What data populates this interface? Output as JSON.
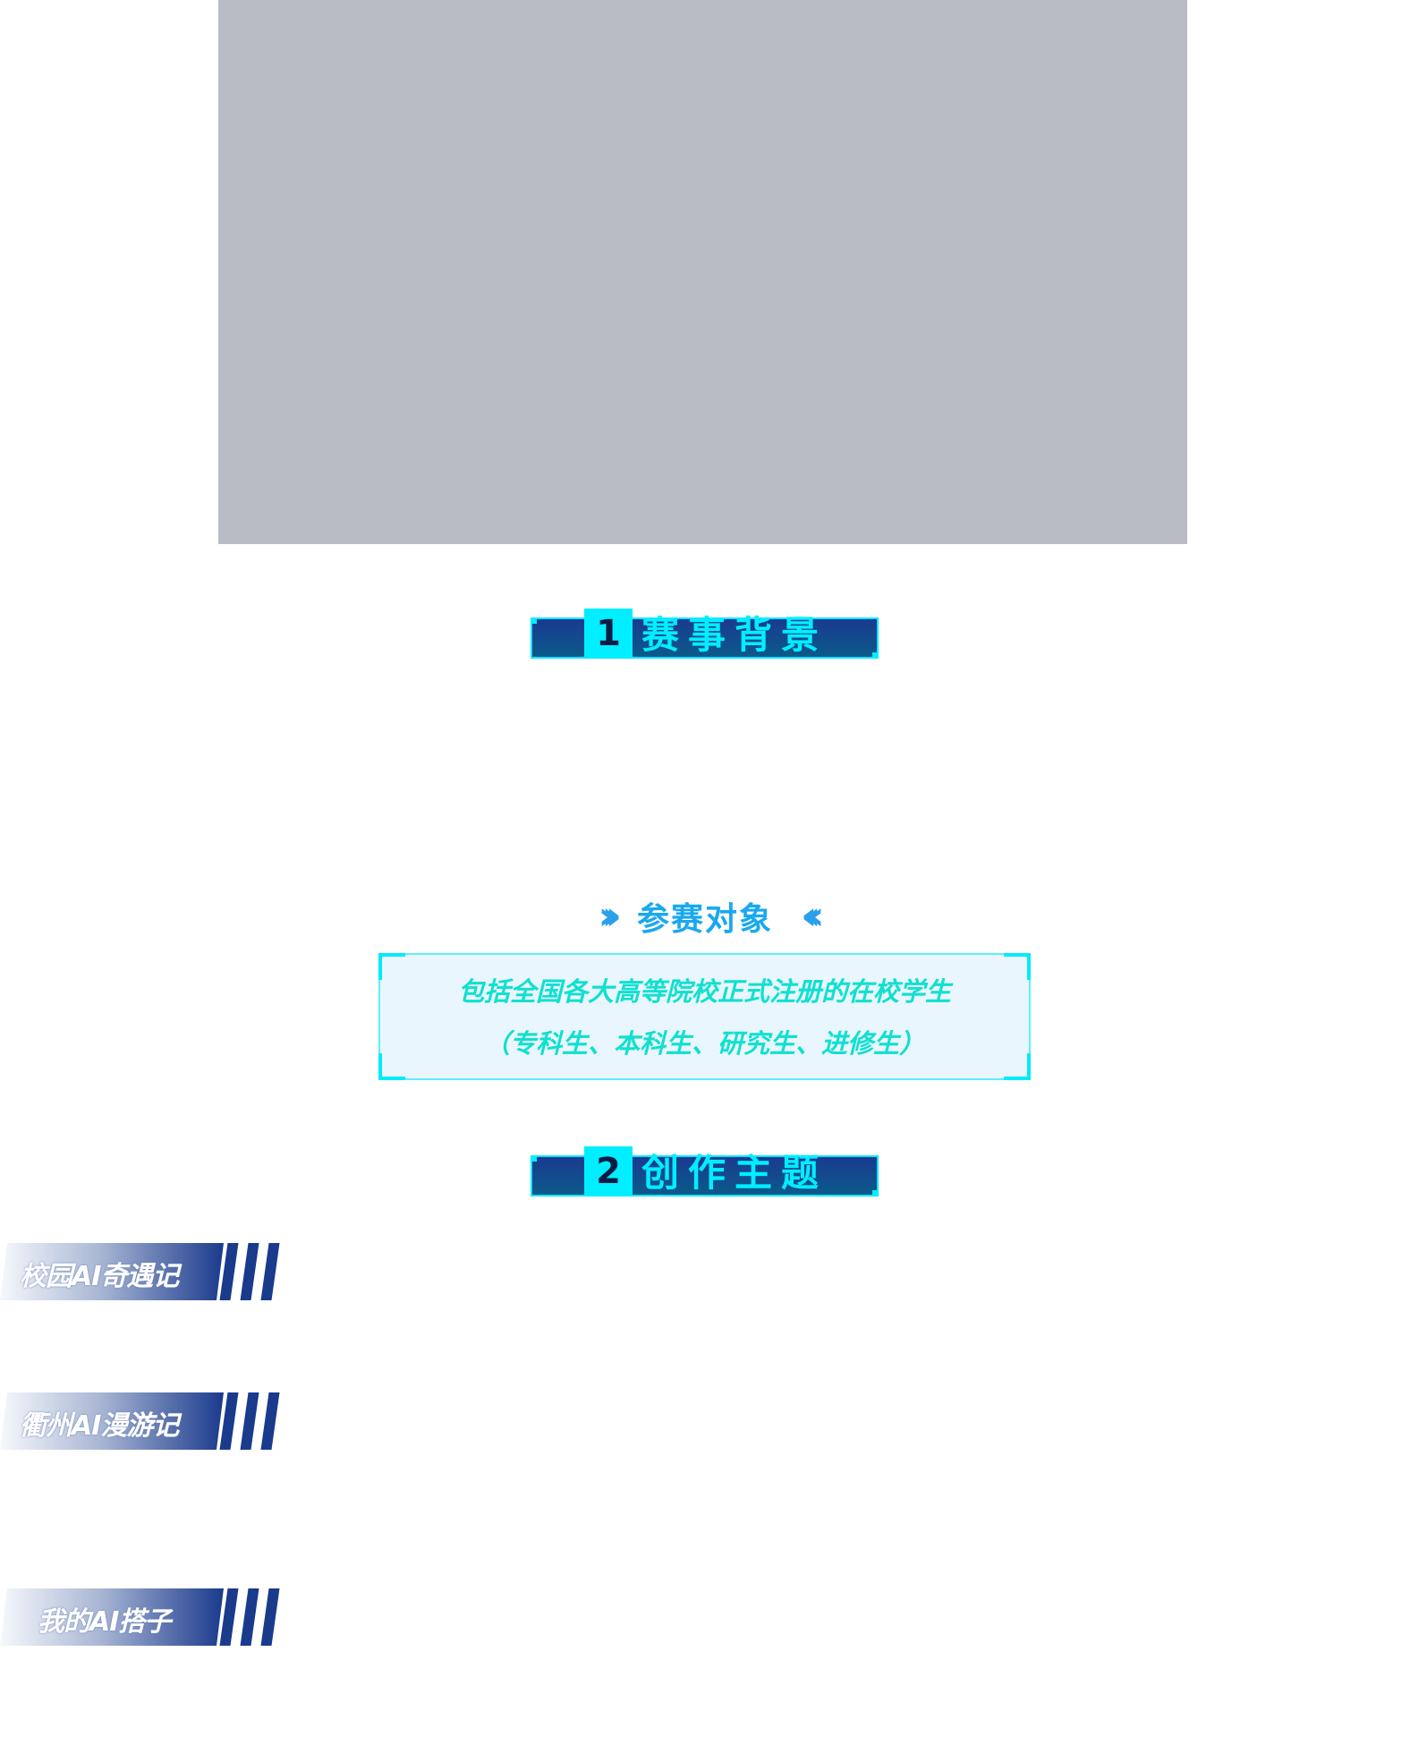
{
  "sections": [
    {
      "num": "1",
      "title": "赛事背景"
    },
    {
      "num": "2",
      "title": "创作主题"
    }
  ],
  "participants": {
    "title": "参赛对象",
    "line1": "包括全国各大高等院校正式注册的在校学生",
    "line2": "（专科生、本科生、研究生、进修生）"
  },
  "themes": [
    "校园AI奇遇记",
    "衢州AI漫游记",
    "我的AI搭子"
  ],
  "colors": {
    "accent": "#00eeff",
    "navy": "#1a3a8c",
    "placeholder": "#b9bcc5"
  }
}
